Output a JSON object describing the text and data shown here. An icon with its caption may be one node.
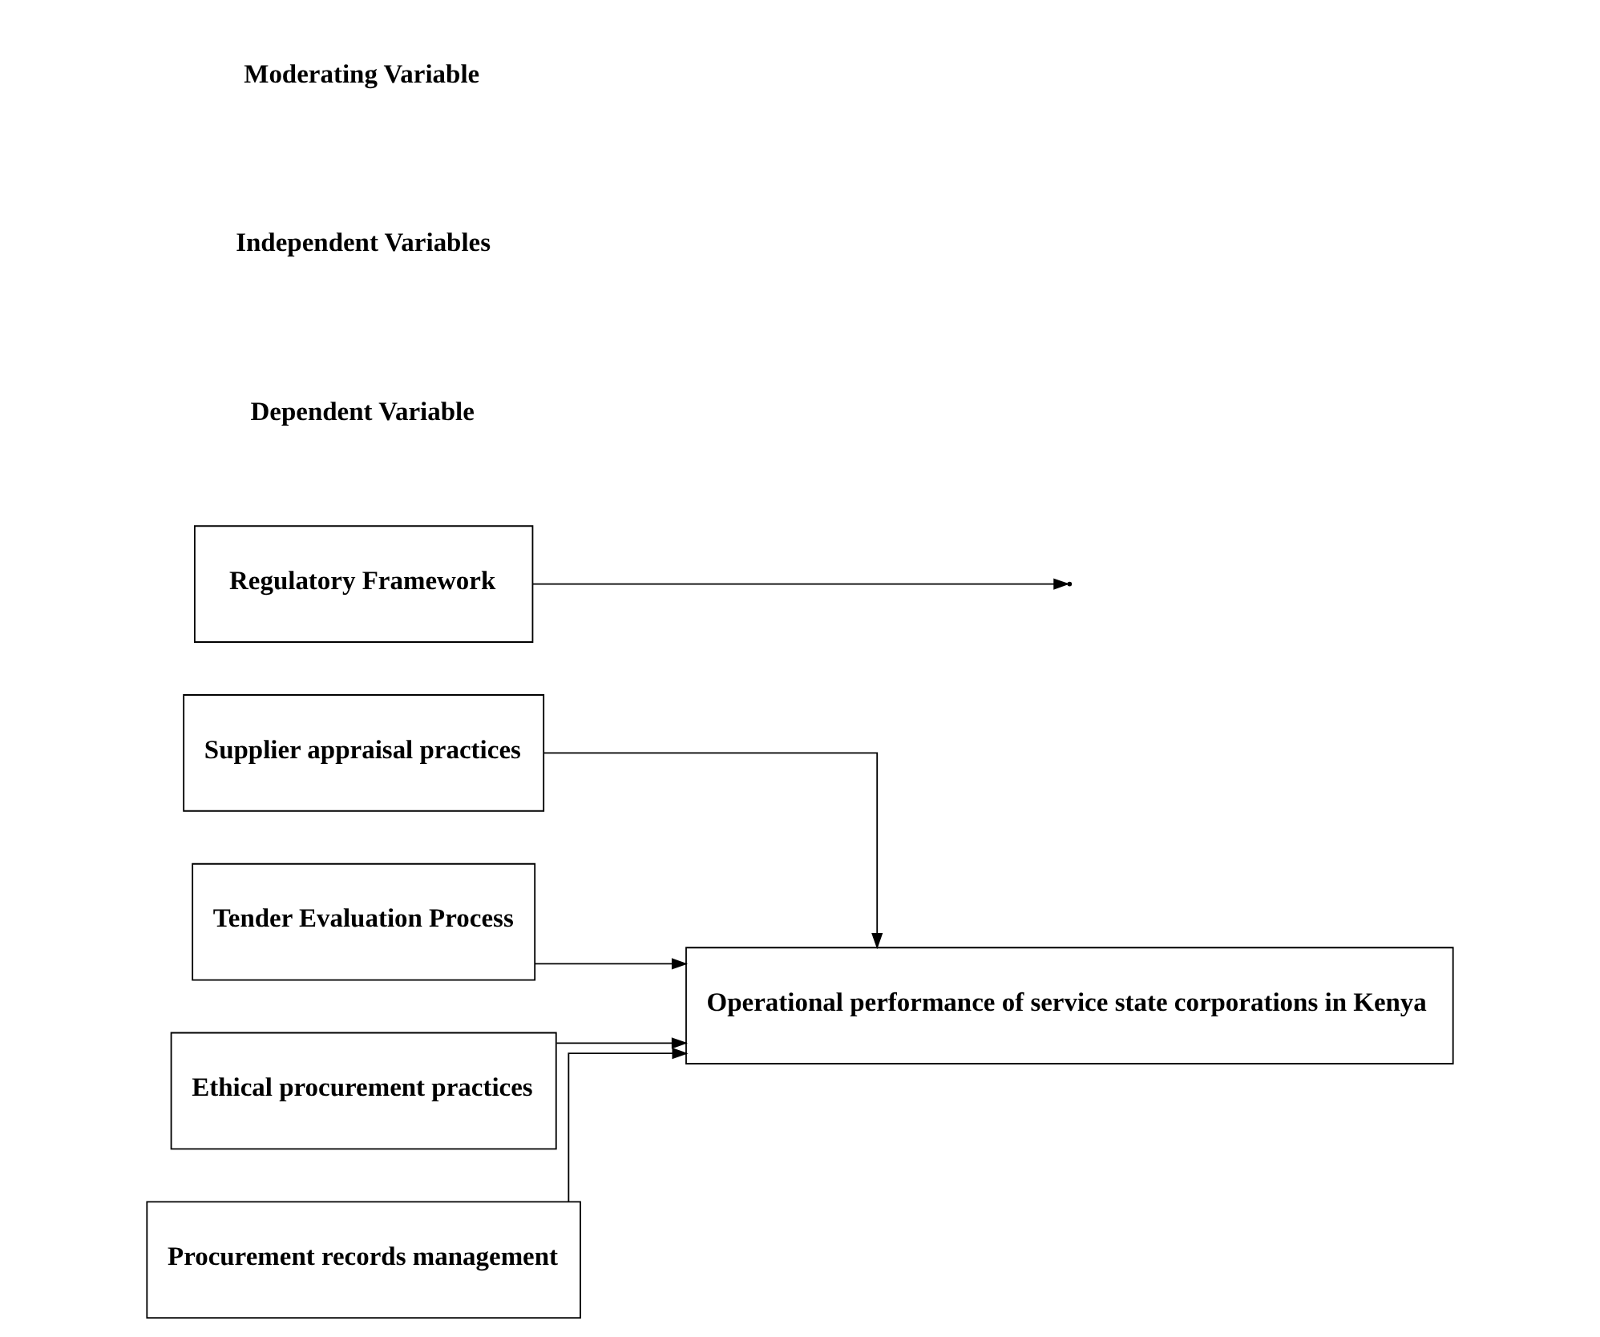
{
  "diagram": {
    "nodes": [
      {
        "text": [
          "Supplier appraisal practices"
        ]
      },
      {
        "text": [
          "Tender Evaluation Process"
        ]
      },
      {
        "text": [
          "Ethical procurement practices"
        ]
      },
      {
        "text": [
          "Procurement records management"
        ]
      },
      {
        "text": [
          "Operational performance of service state corporations in Kenya"
        ]
      },
      {
        "text": [
          "Regulatory Framework"
        ]
      }
    ],
    "edges": [
      {
        "from": 0,
        "to": 4,
        "arrow": "to"
      },
      {
        "from": 1,
        "to": 4,
        "arrow": "to"
      },
      {
        "from": 2,
        "to": 4,
        "arrow": "to"
      },
      {
        "from": 3,
        "to": 4,
        "arrow": "to"
      },
      {
        "from": 5,
        "to": null,
        "arrow": "to"
      }
    ],
    "labels": [
      "Dependent Variable",
      "Independent Variables",
      "Moderating Variable"
    ]
  }
}
